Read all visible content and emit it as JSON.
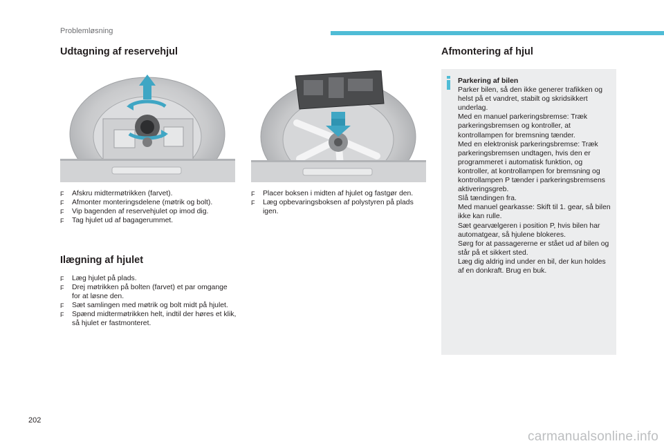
{
  "header": {
    "label": "Problemløsning",
    "accent_color": "#4fbcd6"
  },
  "left_section": {
    "title": "Udtagning af reservehjul",
    "bullets": [
      "Afskru midtermøtrikken (farvet).",
      "Afmonter monteringsdelene (møtrik og bolt).",
      "Vip bagenden af reservehjulet op imod dig.",
      "Tag hjulet ud af bagagerummet."
    ]
  },
  "middle_section": {
    "bullets": [
      "Placer boksen i midten af hjulet og fastgør den.",
      "Læg opbevaringsboksen af polystyren på plads igen."
    ]
  },
  "refit_section": {
    "title": "Ilægning af hjulet",
    "bullets": [
      "Læg hjulet på plads.",
      "Drej møtrikken på bolten (farvet) et par omgange for at løsne den.",
      "Sæt samlingen med møtrik og bolt midt på hjulet.",
      "Spænd midtermøtrikken helt, indtil der høres et klik, så hjulet er fastmonteret."
    ]
  },
  "right_section": {
    "title": "Afmontering af hjul",
    "info_heading": "Parkering af bilen",
    "info_lines": [
      "Parker bilen, så den ikke generer trafikken og helst på et vandret, stabilt og skridsikkert underlag.",
      "Med en manuel parkeringsbremse: Træk parkeringsbremsen og kontroller, at kontrollampen for bremsning tænder.",
      "Med en elektronisk parkeringsbremse: Træk parkeringsbremsen undtagen, hvis den er programmeret i automatisk funktion, og kontroller, at kontrollampen for bremsning og kontrollampen P tænder i parkeringsbremsens aktiveringsgreb.",
      "Slå tændingen fra.",
      "Med manuel gearkasse: Skift til 1. gear, så bilen ikke kan rulle.",
      "Sæt gearvælgeren i position P, hvis bilen har automatgear, så hjulene blokeres.",
      "Sørg for at passagererne er stået ud af bilen og står på et sikkert sted.",
      "Læg dig aldrig ind under en bil, der kun holdes af en donkraft. Brug en buk."
    ]
  },
  "bullet_symbol": "F",
  "page_number": "202",
  "watermark": "carmanualsonline.info"
}
